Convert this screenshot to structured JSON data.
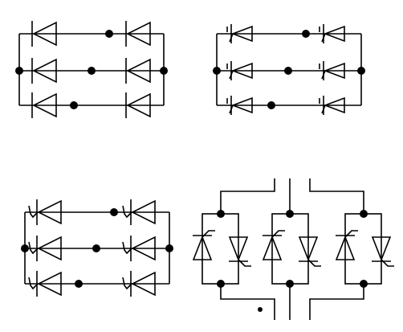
{
  "page": {
    "caption": ""
  },
  "colors": {
    "stroke": "#000000",
    "fill": "#000000",
    "background": "#ffffff"
  },
  "diagrams": [
    {
      "name": "diode-bridge-three-phase",
      "rows": 3,
      "device": "diode"
    },
    {
      "name": "thyristor-bridge-three-phase",
      "rows": 3,
      "device": "thyristor-gate-tick"
    },
    {
      "name": "thyristor-bridge-gate-leads",
      "rows": 3,
      "device": "thyristor-gate-lead"
    },
    {
      "name": "triac-antiparallel-three-phase",
      "columns": 3,
      "device": "antiparallel-thyristor-pair"
    }
  ]
}
